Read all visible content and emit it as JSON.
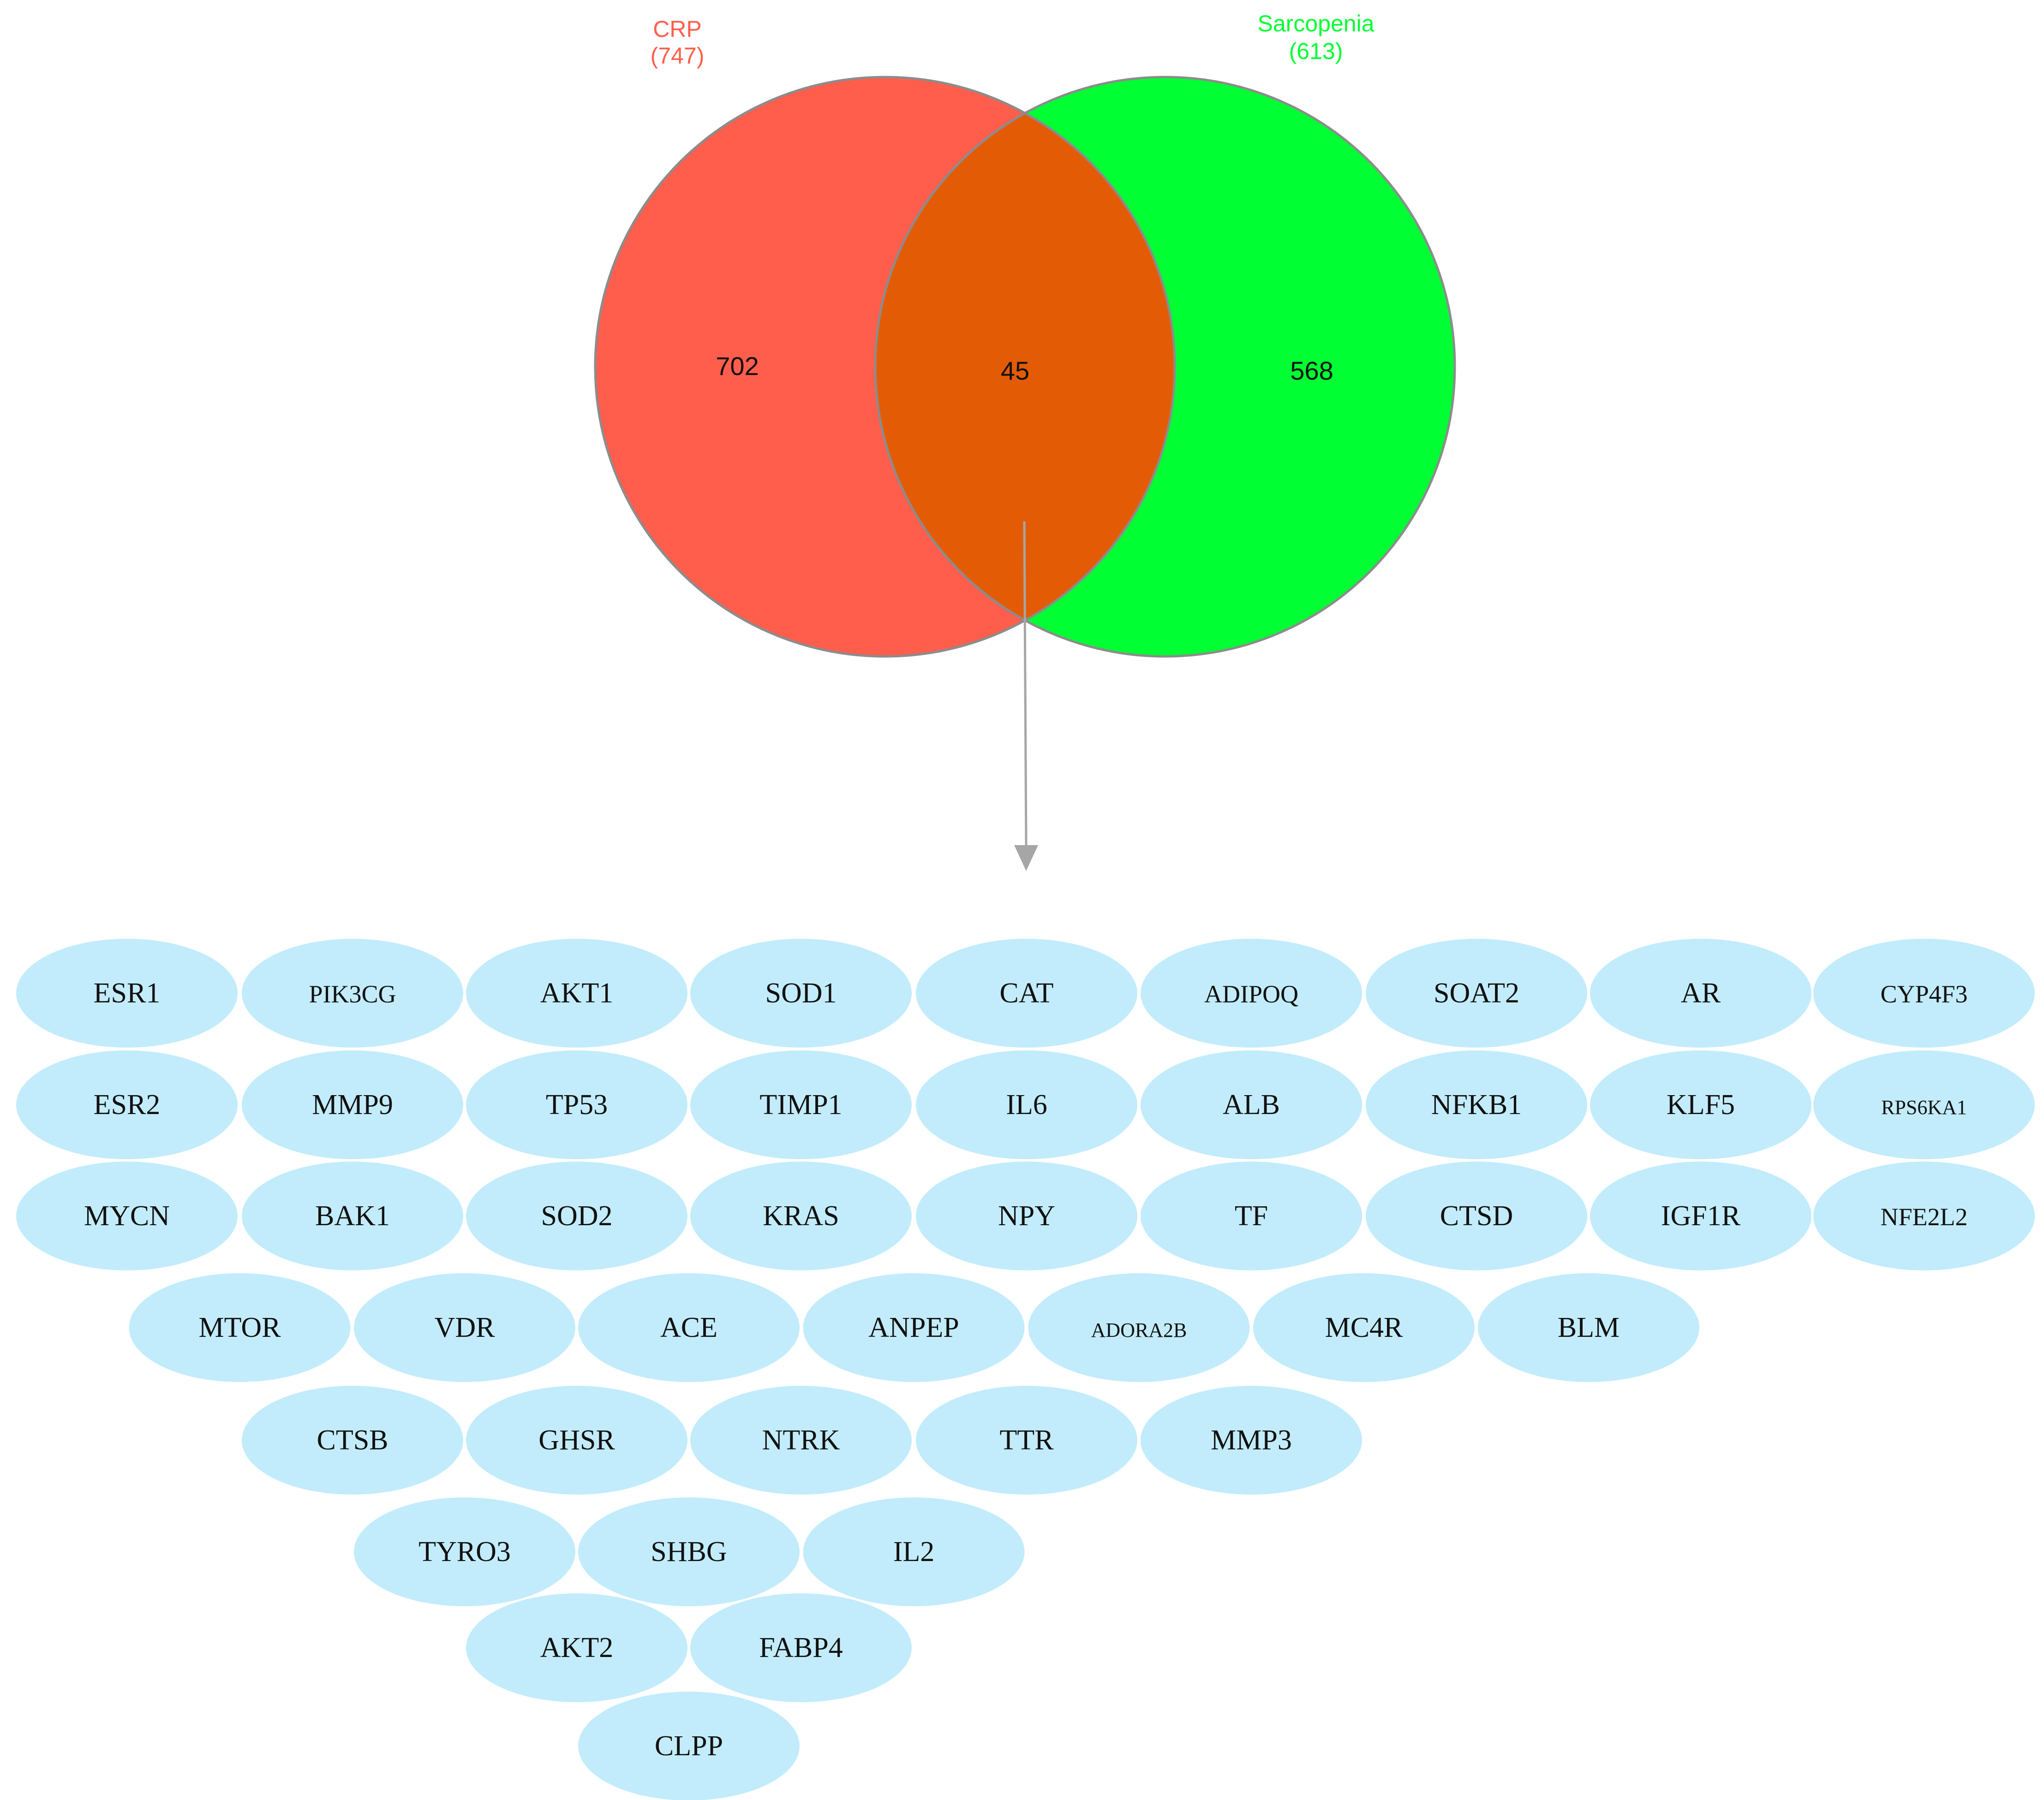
{
  "venn": {
    "sets": [
      {
        "name": "CRP",
        "total": "(747)",
        "unique": "702",
        "color": "#ff5e4d"
      },
      {
        "name": "Sarcopenia",
        "total": "(613)",
        "unique": "568",
        "color": "#00ff33"
      }
    ],
    "intersection": {
      "count": "45",
      "color": "#e35c05"
    },
    "outline_color": "#8c8c8c"
  },
  "arrow": {
    "color": "#a6a6a6"
  },
  "gene_node_color": "#c2ecfb",
  "gene_rows": [
    [
      "ESR1",
      "PIK3CG",
      "AKT1",
      "SOD1",
      "CAT",
      "ADIPOQ",
      "SOAT2",
      "AR",
      "CYP4F3"
    ],
    [
      "ESR2",
      "MMP9",
      "TP53",
      "TIMP1",
      "IL6",
      "ALB",
      "NFKB1",
      "KLF5",
      "RPS6KA1"
    ],
    [
      "MYCN",
      "BAK1",
      "SOD2",
      "KRAS",
      "NPY",
      "TF",
      "CTSD",
      "IGF1R",
      "NFE2L2"
    ],
    [
      "MTOR",
      "VDR",
      "ACE",
      "ANPEP",
      "ADORA2B",
      "MC4R",
      "BLM"
    ],
    [
      "CTSB",
      "GHSR",
      "NTRK",
      "TTR",
      "MMP3"
    ],
    [
      "TYRO3",
      "SHBG",
      "IL2"
    ],
    [
      "AKT2",
      "FABP4"
    ],
    [
      "CLPP"
    ]
  ]
}
